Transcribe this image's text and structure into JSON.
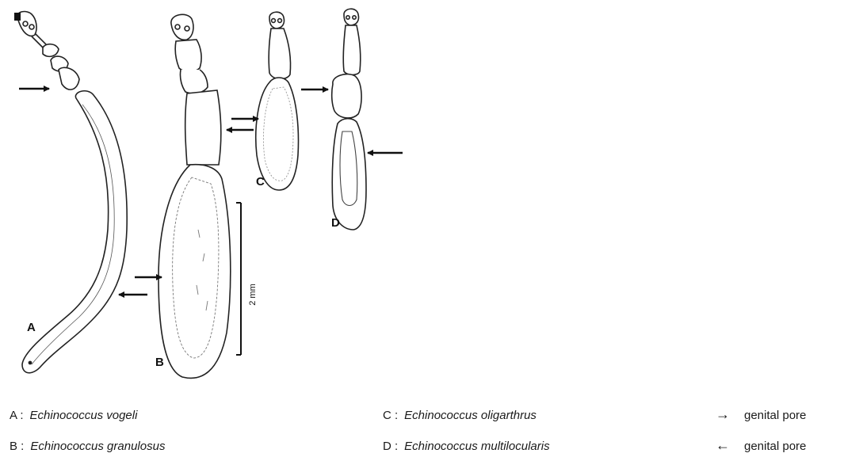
{
  "panels": {
    "a": "A",
    "b": "B",
    "c": "C",
    "d": "D"
  },
  "scale_bar": {
    "label": "2 mm"
  },
  "legend": {
    "a": {
      "key": "A :",
      "name": "Echinococcus vogeli"
    },
    "b": {
      "key": "B :",
      "name": "Echinococcus granulosus"
    },
    "c": {
      "key": "C :",
      "name": "Echinococcus oligarthrus"
    },
    "d": {
      "key": "D :",
      "name": "Echinococcus multilocularis"
    },
    "right_arrow": {
      "glyph": "→",
      "label": "genital pore"
    },
    "left_arrow": {
      "glyph": "←",
      "label": "genital pore"
    }
  },
  "colors": {
    "ink": "#111111",
    "outline": "#222222"
  }
}
